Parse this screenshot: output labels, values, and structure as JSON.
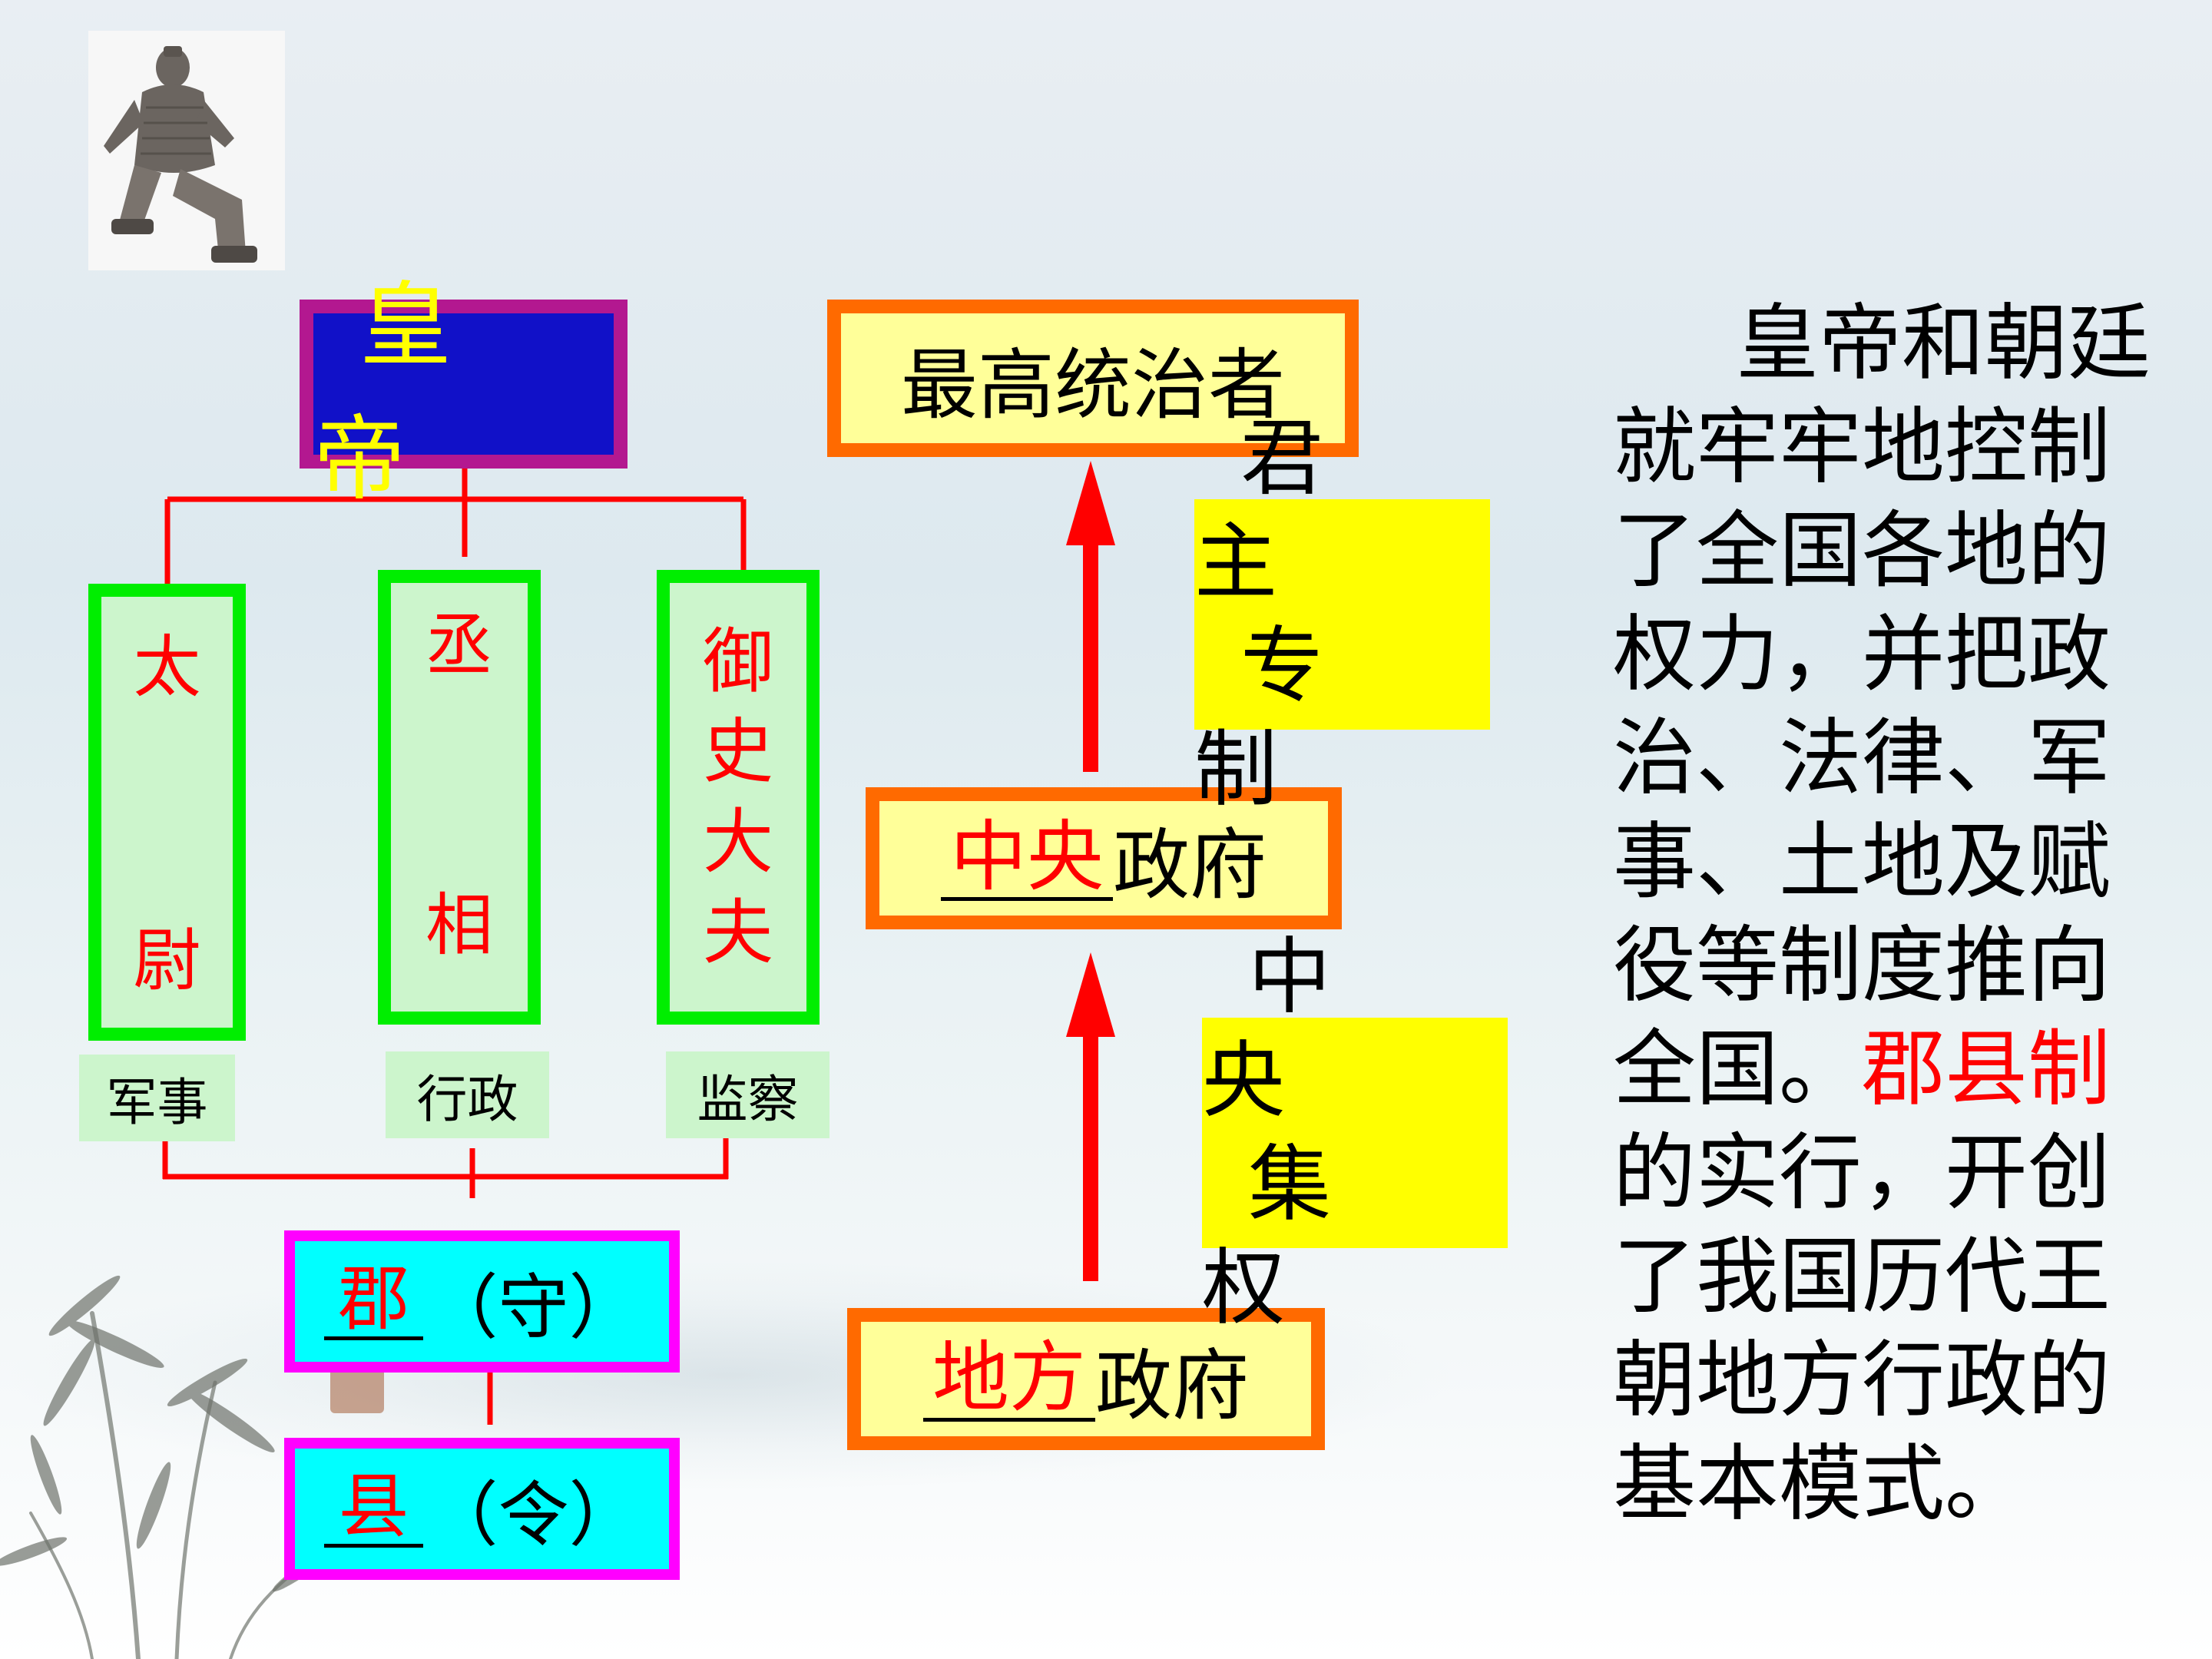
{
  "colors": {
    "red": "#ff0000",
    "emperor_border": "#b31890",
    "emperor_fill": "#1111c8",
    "minister_border": "#00ee00",
    "minister_fill": "#ccf5cc",
    "local_border": "#ff00ff",
    "local_fill": "#00ffff",
    "orange_border": "#ff6a00",
    "pale_yellow": "#ffff99",
    "yellow": "#ffff00"
  },
  "emperor": {
    "label": "皇帝"
  },
  "ministers": [
    {
      "title_top": "太",
      "title_bottom": "尉",
      "role": "军事"
    },
    {
      "title_top": "丞",
      "title_bottom": "相",
      "role": "行政"
    },
    {
      "title_chars": [
        "御",
        "史",
        "大",
        "夫"
      ],
      "role": "监察"
    }
  ],
  "local_levels": [
    {
      "answer": "郡",
      "suffix": "（守）"
    },
    {
      "answer": "县",
      "suffix": "（令）"
    }
  ],
  "hierarchy": {
    "top": "最高统治者",
    "middle": {
      "answer": "中央",
      "suffix": "政府"
    },
    "bottom": {
      "answer": "地方",
      "suffix": "政府"
    },
    "upper_label": [
      "君 主",
      "专 制"
    ],
    "lower_label": [
      "中 央",
      "集 权"
    ]
  },
  "paragraph": {
    "part1": "皇帝和朝廷就牢牢地控制了全国各地的权力，并把政治、法律、军事、土地及赋役等制度推向全国。",
    "highlight": "郡县制",
    "part2": "的实行，开创了我国历代王朝地方行政的基本模式。"
  }
}
